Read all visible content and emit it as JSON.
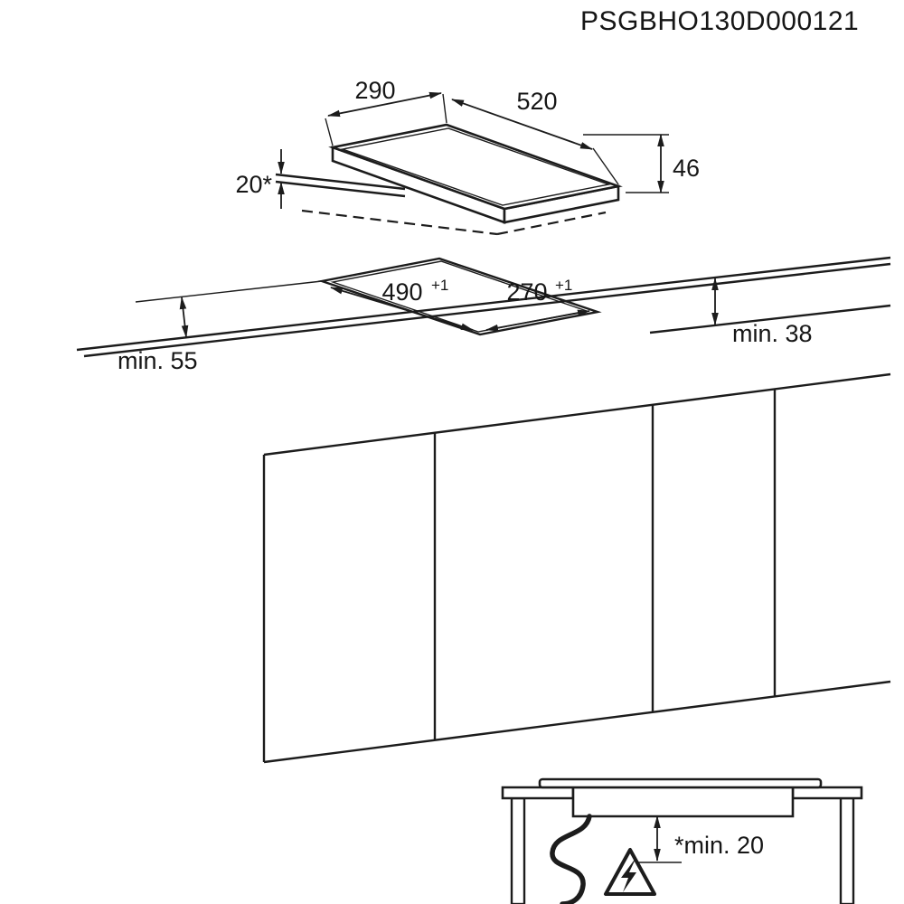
{
  "title": {
    "part_number": "PSGBHO130D000121"
  },
  "hob": {
    "width": "290",
    "length": "520",
    "height": "46",
    "height_above_worktop": "20*"
  },
  "cutout": {
    "length": "490",
    "length_tol": "+1",
    "width": "270",
    "width_tol": "+1"
  },
  "worktop": {
    "front_clearance": "min. 55",
    "thickness": "min. 38"
  },
  "section": {
    "bottom_clearance": "*min. 20"
  }
}
